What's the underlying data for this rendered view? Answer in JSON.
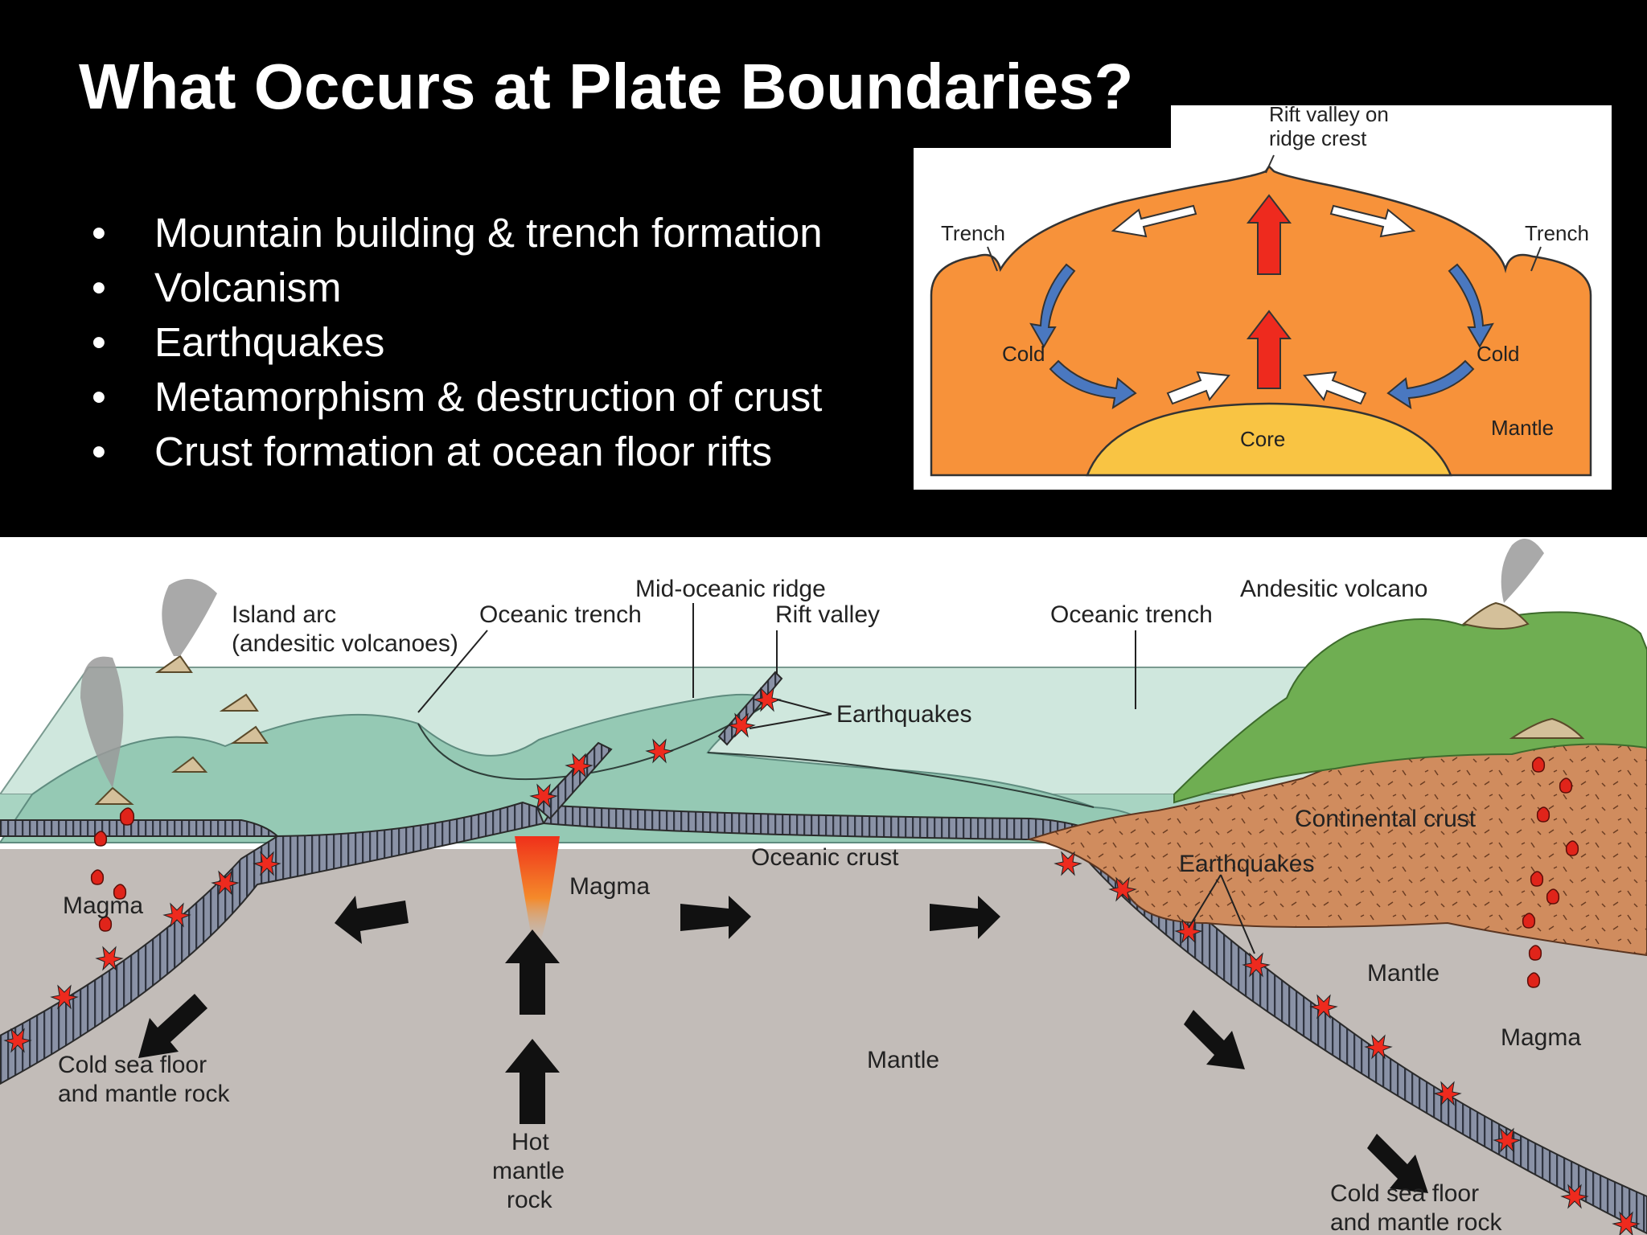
{
  "slide": {
    "title": "What Occurs at Plate Boundaries?",
    "bullets": [
      "Mountain building & trench formation",
      "Volcanism",
      "Earthquakes",
      "Metamorphism & destruction of crust",
      "Crust formation at ocean floor rifts"
    ]
  },
  "convection_diagram": {
    "labels": {
      "rift": [
        "Rift valley on",
        "ridge crest"
      ],
      "trench_left": "Trench",
      "trench_right": "Trench",
      "cold_left": "Cold",
      "cold_right": "Cold",
      "core": "Core",
      "mantle": "Mantle"
    }
  },
  "cross_section": {
    "labels": {
      "island_arc": [
        "Island arc",
        "(andesitic volcanoes)"
      ],
      "oceanic_trench_left": "Oceanic trench",
      "mid_ocean_ridge": "Mid-oceanic ridge",
      "rift_valley": "Rift valley",
      "oceanic_trench_right": "Oceanic trench",
      "andesitic_volcano": "Andesitic volcano",
      "earthquakes_ridge": "Earthquakes",
      "continental_crust": "Continental crust",
      "earthquakes_continent": "Earthquakes",
      "oceanic_crust": "Oceanic crust",
      "magma_left": "Magma",
      "magma_center": "Magma",
      "mantle_right": "Mantle",
      "magma_right": "Magma",
      "mantle_center": "Mantle",
      "cold_sea_floor_left": [
        "Cold sea floor",
        "and mantle rock"
      ],
      "hot_mantle_rock": [
        "Hot",
        "mantle",
        "rock"
      ],
      "cold_sea_floor_right": [
        "Cold sea floor",
        "and mantle rock"
      ]
    }
  },
  "colors": {
    "background": "#000000",
    "mantle_orange": "#F7923A",
    "core_yellow": "#F9C443",
    "rising_red": "#EE2A1E",
    "cold_blue": "#4A78C0",
    "ocean_teal": "#A8D4C2",
    "continental_crust": "#D08C5E",
    "land_green": "#6FAE52",
    "mantle_gray": "#C2BCB8"
  }
}
